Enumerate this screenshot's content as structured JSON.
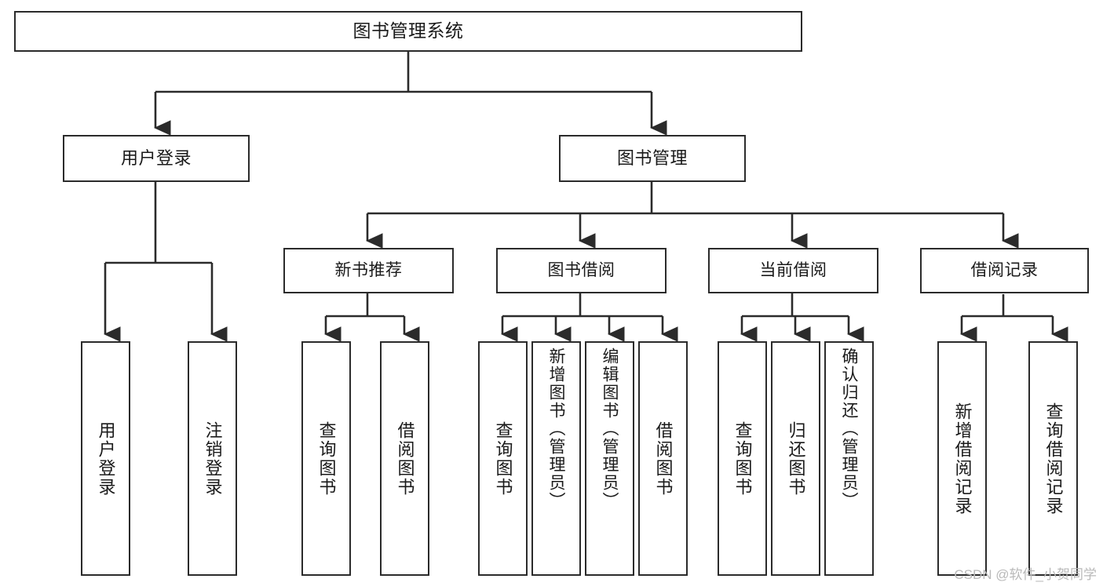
{
  "diagram": {
    "title": "图书管理系统",
    "type": "tree-hierarchy",
    "watermark": "CSDN @软件_小贺同学",
    "colors": {
      "box_border": "#2b2b2b",
      "box_fill": "#ffffff",
      "connector": "#2b2b2b",
      "text": "#1a1a1a",
      "watermark": "#b9b9b9",
      "background": "#ffffff"
    }
  },
  "nodes": {
    "root": {
      "label": "图书管理系统"
    },
    "level1": [
      {
        "id": "user-login",
        "label": "用户登录"
      },
      {
        "id": "book-manage",
        "label": "图书管理"
      }
    ],
    "level2": [
      {
        "id": "new-book-rec",
        "label": "新书推荐"
      },
      {
        "id": "book-borrow",
        "label": "图书借阅"
      },
      {
        "id": "current-borrow",
        "label": "当前借阅"
      },
      {
        "id": "borrow-record",
        "label": "借阅记录"
      }
    ],
    "leaves": {
      "user_login": [
        {
          "id": "leaf-user-login",
          "label": "用户登录"
        },
        {
          "id": "leaf-user-logout",
          "label": "注销登录"
        }
      ],
      "new_book_rec": [
        {
          "id": "leaf-query-book-1",
          "label": "查询图书"
        },
        {
          "id": "leaf-borrow-book-1",
          "label": "借阅图书"
        }
      ],
      "book_borrow": [
        {
          "id": "leaf-query-book-2",
          "label": "查询图书"
        },
        {
          "id": "leaf-add-book",
          "label": "新增图书（管理员）"
        },
        {
          "id": "leaf-edit-book",
          "label": "编辑图书（管理员）"
        },
        {
          "id": "leaf-borrow-book-2",
          "label": "借阅图书"
        }
      ],
      "current_borrow": [
        {
          "id": "leaf-query-book-3",
          "label": "查询图书"
        },
        {
          "id": "leaf-return-book",
          "label": "归还图书"
        },
        {
          "id": "leaf-confirm-return",
          "label": "确认归还（管理员）"
        }
      ],
      "borrow_record": [
        {
          "id": "leaf-add-record",
          "label": "新增借阅记录"
        },
        {
          "id": "leaf-query-record",
          "label": "查询借阅记录"
        }
      ]
    }
  }
}
